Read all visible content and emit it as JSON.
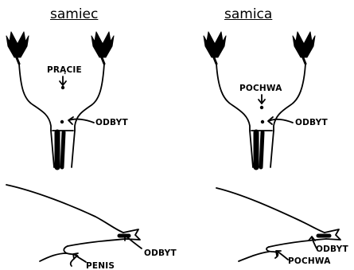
{
  "headings": {
    "male": "samiec",
    "female": "samica"
  },
  "labels": {
    "male_penis": "PRĄCIE",
    "male_anus_top": "ODBYT",
    "female_vagina": "POCHWA",
    "female_anus_top": "ODBYT",
    "male_anus_side": "ODBYT",
    "male_penis_side": "PENIS",
    "female_anus_side": "ODBYT",
    "female_vagina_side": "POCHWA"
  }
}
